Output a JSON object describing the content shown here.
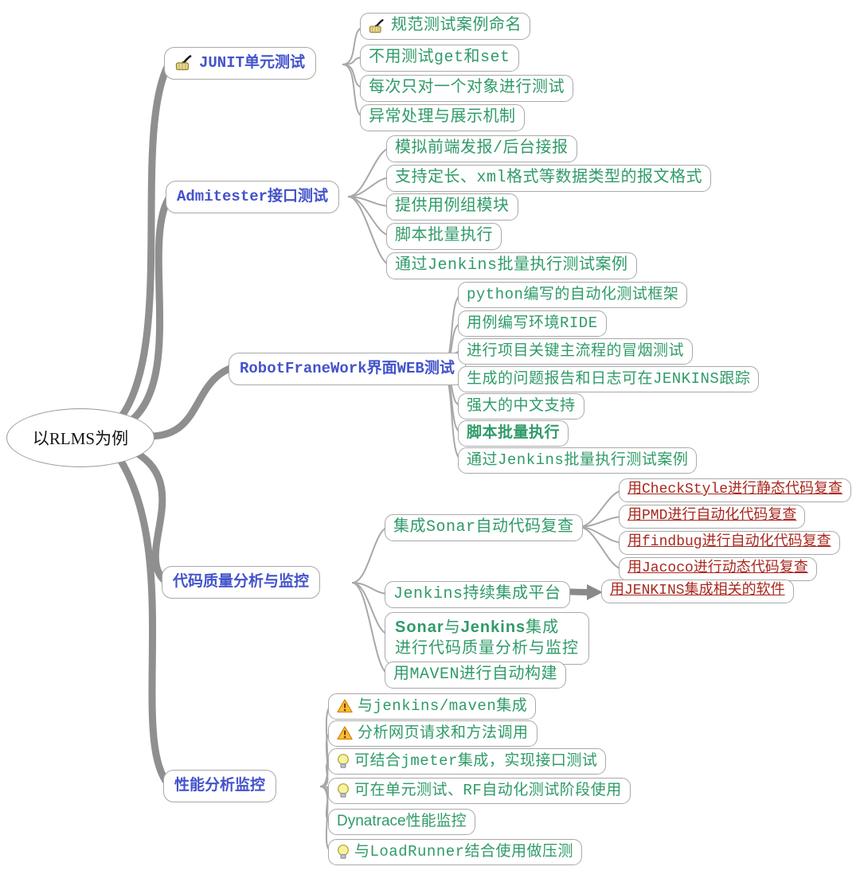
{
  "root": {
    "label": "以RLMS为例"
  },
  "colors": {
    "topic_text": "#4353cb",
    "leaf_text": "#2f9b68",
    "alert_text": "#a9281e",
    "branch_line": "#8f8f8f",
    "node_border": "#a9a9a9"
  },
  "icons": {
    "brush": "brush-icon",
    "warning": "warning-icon",
    "bulb": "lightbulb-icon"
  },
  "nodes": {
    "junit": {
      "label": "JUNIT单元测试"
    },
    "junit_c1": {
      "label": "规范测试案例命名"
    },
    "junit_c2": {
      "label": "不用测试get和set"
    },
    "junit_c3": {
      "label": "每次只对一个对象进行测试"
    },
    "junit_c4": {
      "label": "异常处理与展示机制"
    },
    "admitester": {
      "label": "Admitester接口测试"
    },
    "adm_c1": {
      "label": "模拟前端发报/后台接报"
    },
    "adm_c2": {
      "label": "支持定长、xml格式等数据类型的报文格式"
    },
    "adm_c3": {
      "label": "提供用例组模块"
    },
    "adm_c4": {
      "label": "脚本批量执行"
    },
    "adm_c5": {
      "label": "通过Jenkins批量执行测试案例"
    },
    "robot": {
      "label": "RobotFraneWork界面WEB测试"
    },
    "rob_c1": {
      "label": "python编写的自动化测试框架"
    },
    "rob_c2": {
      "label": "用例编写环境RIDE"
    },
    "rob_c3": {
      "label": "进行项目关键主流程的冒烟测试"
    },
    "rob_c4": {
      "label": "生成的问题报告和日志可在JENKINS跟踪"
    },
    "rob_c5": {
      "label": "强大的中文支持"
    },
    "rob_c6": {
      "label": "脚本批量执行"
    },
    "rob_c7": {
      "label": "通过Jenkins批量执行测试案例"
    },
    "quality": {
      "label": "代码质量分析与监控"
    },
    "qual_c1": {
      "label": "集成Sonar自动代码复查"
    },
    "qual_c2": {
      "label": "Jenkins持续集成平台"
    },
    "qual_c3": {
      "bold1": "Sonar",
      "mid": "与",
      "bold2": "Jenkins",
      "tail": "集成",
      "line2": "进行代码质量分析与监控"
    },
    "qual_c4": {
      "label": "用MAVEN进行自动构建"
    },
    "sonar_c1": {
      "label": "用CheckStyle进行静态代码复查"
    },
    "sonar_c2": {
      "label": "用PMD进行自动化代码复查"
    },
    "sonar_c3": {
      "label": "用findbug进行自动化代码复查"
    },
    "sonar_c4": {
      "label": "用Jacoco进行动态代码复查"
    },
    "jenkins_c1": {
      "label": "用JENKINS集成相关的软件"
    },
    "perf": {
      "label": "性能分析监控"
    },
    "perf_c1": {
      "label": "与jenkins/maven集成"
    },
    "perf_c2": {
      "label": "分析网页请求和方法调用"
    },
    "perf_c3": {
      "label": "可结合jmeter集成，实现接口测试"
    },
    "perf_c4": {
      "label": "可在单元测试、RF自动化测试阶段使用"
    },
    "perf_c5": {
      "label": "Dynatrace性能监控"
    },
    "perf_c6": {
      "label": "与LoadRunner结合使用做压测"
    }
  }
}
